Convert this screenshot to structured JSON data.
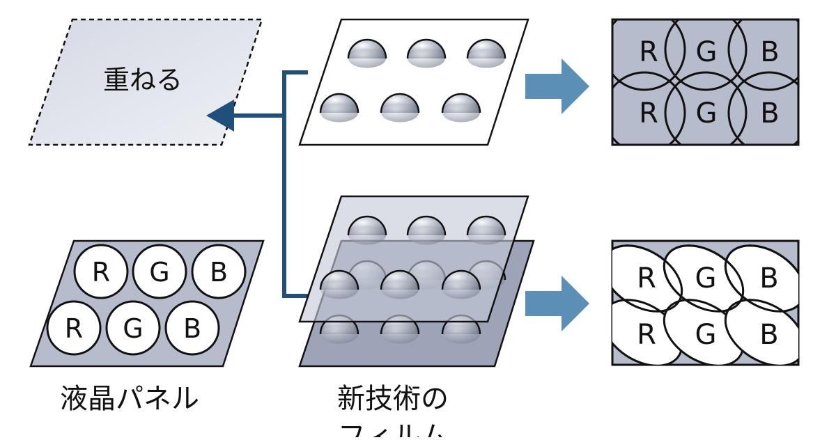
{
  "overlay_label": "重ねる",
  "lcd_panel": {
    "caption": "液晶パネル",
    "pixels": [
      {
        "label": "R"
      },
      {
        "label": "G"
      },
      {
        "label": "B"
      },
      {
        "label": "R"
      },
      {
        "label": "G"
      },
      {
        "label": "B"
      }
    ]
  },
  "film": {
    "caption_line1": "新技術の",
    "caption_line2": "フィルム"
  },
  "result_single": {
    "pixels": [
      {
        "label": "R"
      },
      {
        "label": "G"
      },
      {
        "label": "B"
      },
      {
        "label": "R"
      },
      {
        "label": "G"
      },
      {
        "label": "B"
      }
    ]
  },
  "result_double": {
    "pixels": [
      {
        "label": "R"
      },
      {
        "label": "G"
      },
      {
        "label": "B"
      },
      {
        "label": "R"
      },
      {
        "label": "G"
      },
      {
        "label": "B"
      }
    ]
  },
  "colors": {
    "panel_fill": "#b7bccc",
    "bracket": "#1f4f7a",
    "flow_arrow": "#5b8fb5",
    "outline": "#111111"
  }
}
